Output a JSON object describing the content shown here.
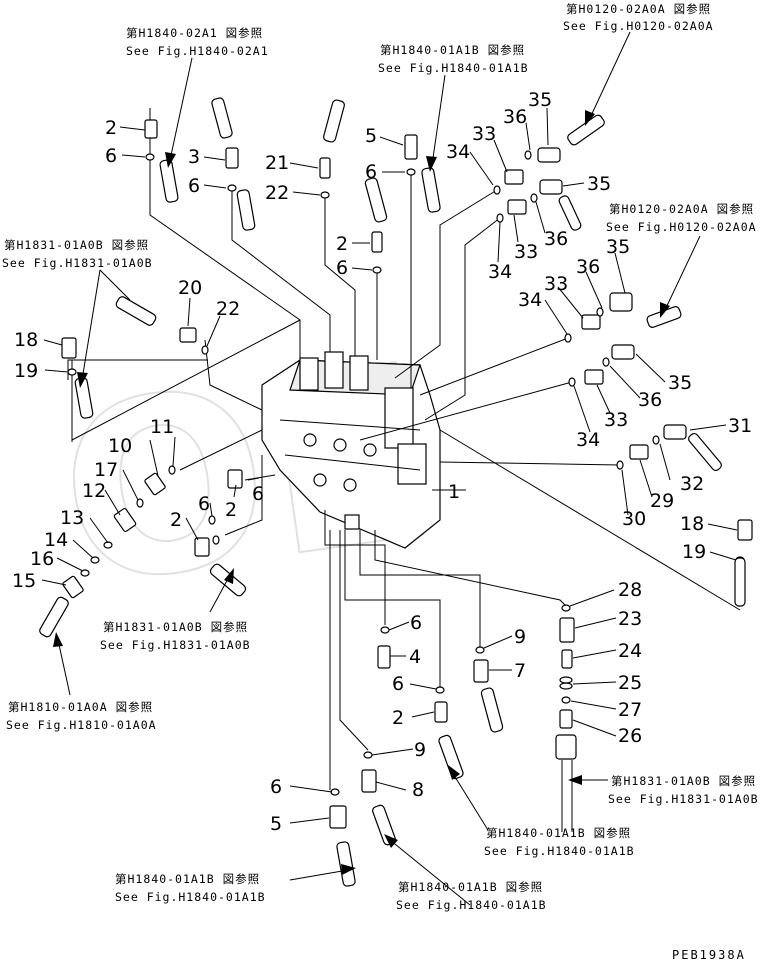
{
  "drawing_code": "PEB1938A",
  "references": [
    {
      "id": "h1840-02a1",
      "jp": "第H1840-02A1 図参照",
      "en": "See Fig.H1840-02A1"
    },
    {
      "id": "h1840-01a1b-top",
      "jp": "第H1840-01A1B 図参照",
      "en": "See Fig.H1840-01A1B"
    },
    {
      "id": "h0120-02a0a-top",
      "jp": "第H0120-02A0A 図参照",
      "en": "See Fig.H0120-02A0A"
    },
    {
      "id": "h0120-02a0a-right",
      "jp": "第H0120-02A0A 図参照",
      "en": "See Fig.H0120-02A0A"
    },
    {
      "id": "h1831-01a0b-left",
      "jp": "第H1831-01A0B 図参照",
      "en": "See Fig.H1831-01A0B"
    },
    {
      "id": "h1831-01a0b-mid",
      "jp": "第H1831-01A0B 図参照",
      "en": "See Fig.H1831-01A0B"
    },
    {
      "id": "h1810-01a0a",
      "jp": "第H1810-01A0A 図参照",
      "en": "See Fig.H1810-01A0A"
    },
    {
      "id": "h1831-01a0b-right",
      "jp": "第H1831-01A0B 図参照",
      "en": "See Fig.H1831-01A0B"
    },
    {
      "id": "h1840-01a1b-mid",
      "jp": "第H1840-01A1B 図参照",
      "en": "See Fig.H1840-01A1B"
    },
    {
      "id": "h1840-01a1b-bl",
      "jp": "第H1840-01A1B 図参照",
      "en": "See Fig.H1840-01A1B"
    },
    {
      "id": "h1840-01a1b-bc",
      "jp": "第H1840-01A1B 図参照",
      "en": "See Fig.H1840-01A1B"
    }
  ],
  "part_numbers": [
    "1",
    "2",
    "3",
    "4",
    "5",
    "6",
    "7",
    "8",
    "9",
    "10",
    "11",
    "12",
    "13",
    "14",
    "15",
    "16",
    "17",
    "18",
    "19",
    "20",
    "21",
    "22",
    "23",
    "24",
    "25",
    "26",
    "27",
    "28",
    "29",
    "30",
    "31",
    "32",
    "33",
    "34",
    "35",
    "36"
  ]
}
